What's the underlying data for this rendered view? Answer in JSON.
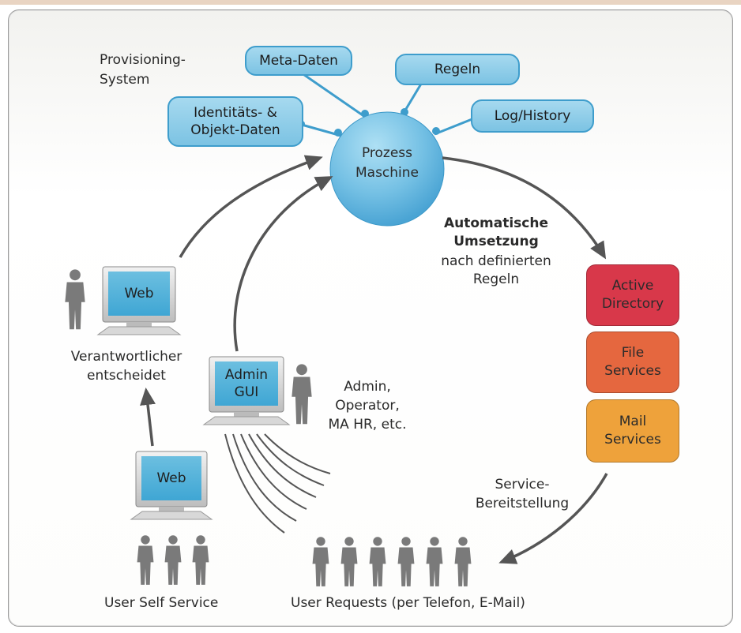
{
  "diagram": {
    "provisioning_label": "Provisioning-\nSystem",
    "hub": {
      "label": "Prozess\nMaschine"
    },
    "data_sources": [
      {
        "label": "Meta-Daten"
      },
      {
        "label": "Regeln"
      },
      {
        "label": "Identitäts- &\nObjekt-Daten"
      },
      {
        "label": "Log/History"
      }
    ],
    "automation": {
      "title": "Automatische\nUmsetzung",
      "detail": "nach definierten\nRegeln"
    },
    "services": [
      {
        "label": "Active\nDirectory",
        "color": "#d8384a"
      },
      {
        "label": "File\nServices",
        "color": "#e5673f"
      },
      {
        "label": "Mail\nServices",
        "color": "#eea23b"
      }
    ],
    "service_delivery": "Service-\nBereitstellung",
    "web_top": {
      "screen": "Web",
      "caption": "Verantwortlicher\nentscheidet"
    },
    "admin": {
      "screen": "Admin\nGUI",
      "caption": "Admin,\nOperator,\nMA HR, etc."
    },
    "web_bottom": {
      "screen": "Web"
    },
    "self_service_caption": "User Self Service",
    "requests_caption": "User Requests (per Telefon, E-Mail)",
    "colors": {
      "bubble": "#7cc3e3",
      "bubble_border": "#3e9dcc",
      "arrow": "#5a5a5a",
      "person": "#7a7a7a"
    }
  }
}
